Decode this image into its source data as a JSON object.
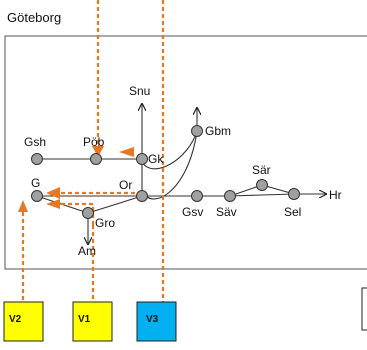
{
  "title": "Göteborg",
  "nodes": [
    {
      "id": "Gsh",
      "label": "Gsh"
    },
    {
      "id": "Pöb",
      "label": "Pöb"
    },
    {
      "id": "Gk",
      "label": "Gk"
    },
    {
      "id": "Gbm",
      "label": "Gbm"
    },
    {
      "id": "Snu",
      "label": "Snu"
    },
    {
      "id": "G",
      "label": "G"
    },
    {
      "id": "Or",
      "label": "Or"
    },
    {
      "id": "Gro",
      "label": "Gro"
    },
    {
      "id": "Am",
      "label": "Am"
    },
    {
      "id": "Gsv",
      "label": "Gsv"
    },
    {
      "id": "Säv",
      "label": "Säv"
    },
    {
      "id": "Sär",
      "label": "Sär"
    },
    {
      "id": "Sel",
      "label": "Sel"
    },
    {
      "id": "Hr",
      "label": "Hr"
    }
  ],
  "trains": [
    {
      "id": "V2",
      "label": "V2",
      "color": "#ffff00"
    },
    {
      "id": "V1",
      "label": "V1",
      "color": "#ffff00"
    },
    {
      "id": "V3",
      "label": "V3",
      "color": "#00b0f0"
    }
  ],
  "colors": {
    "route": "#e87722",
    "node": "#a0a0a0",
    "track": "#333333"
  }
}
